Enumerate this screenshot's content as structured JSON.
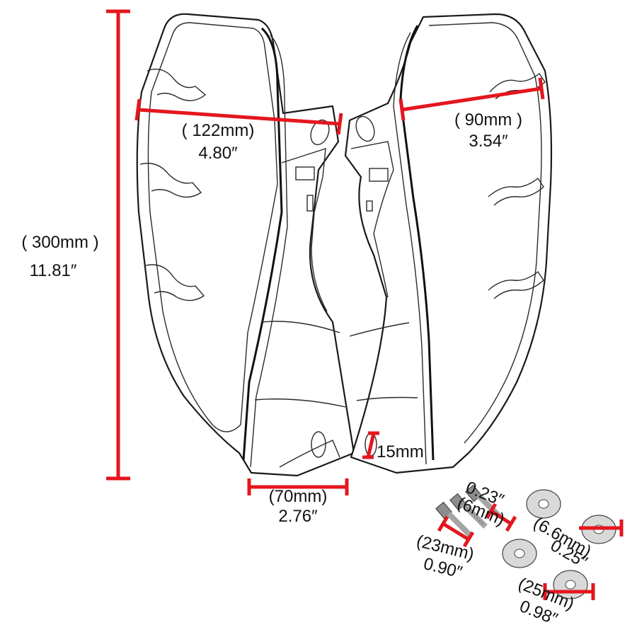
{
  "colors": {
    "dimension_line": "#e4161e",
    "outline": "#1a1a1a",
    "text": "#111111",
    "hardware_metal": "#9a9a9a"
  },
  "dimensions": {
    "height": {
      "metric": "( 300mm )",
      "imperial": "11.81″"
    },
    "left_width": {
      "metric": "( 122mm)",
      "imperial": "4.80″"
    },
    "right_width": {
      "metric": "( 90mm )",
      "imperial": "3.54″"
    },
    "bottom_width": {
      "metric": "(70mm)",
      "imperial": "2.76″"
    },
    "slot": {
      "metric": "15mm"
    }
  },
  "hardware": {
    "bolt_diameter": {
      "imperial": "0.23″",
      "metric": "(6mm)"
    },
    "bolt_length": {
      "metric": "(23mm)",
      "imperial": "0.90″"
    },
    "washer_hole": {
      "metric": "(6.6mm)",
      "imperial": "0.25″"
    },
    "washer_diameter": {
      "metric": "(25mm)",
      "imperial": "0.98″"
    }
  }
}
